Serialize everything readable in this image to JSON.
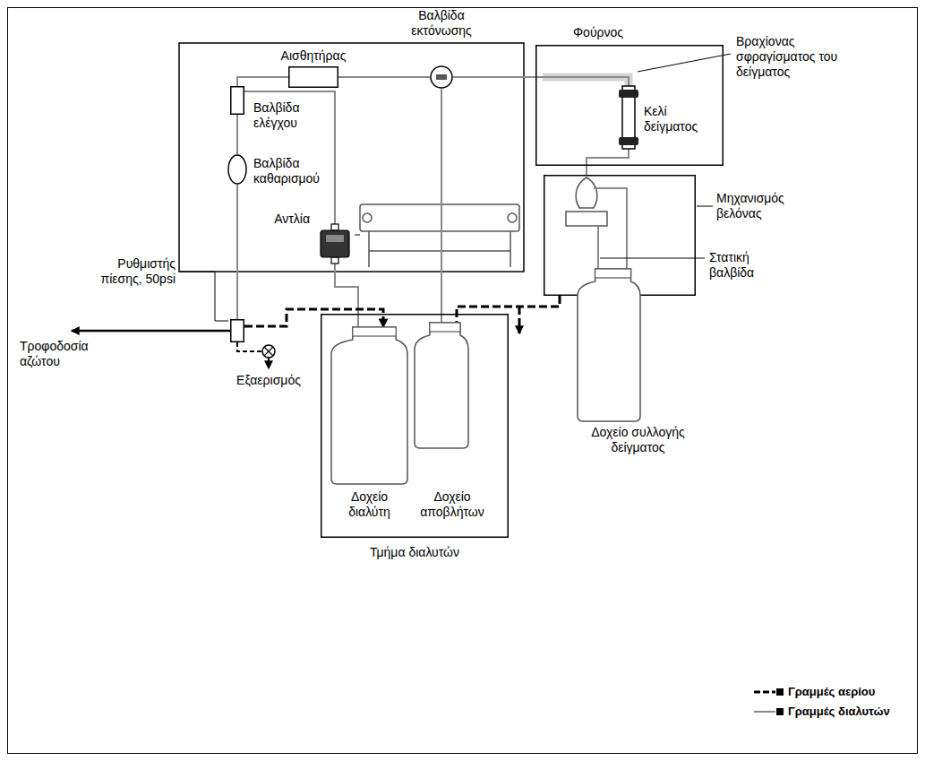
{
  "diagram": {
    "nodes": [
      {
        "text": [
          "Αισθητήρας"
        ]
      },
      {
        "text": [
          "Βαλβίδα εκτόνωσης"
        ]
      },
      {
        "text": [
          "Φούρνος"
        ]
      },
      {
        "text": [
          "Κελί δείγματος"
        ],
        "in": 2
      },
      {
        "text": [
          "Βαλβίδα ελέγχου"
        ]
      },
      {
        "text": [
          "Βαλβίδα καθαρισμού"
        ]
      },
      {
        "text": [
          "Αντλία"
        ]
      },
      {
        "text": [
          "Μηχανισμός βελόνας"
        ]
      },
      {
        "text": [
          "Ρυθμιστής πίεσης, 50psi"
        ]
      },
      {
        "text": [
          "Τμήμα διαλυτών"
        ]
      },
      {
        "text": [
          "Δοχείο διαλύτη"
        ],
        "in": 9
      },
      {
        "text": [
          "Δοχείο αποβλήτων"
        ],
        "in": 9
      },
      {
        "text": [
          "Δοχείο συλλογής δείγματος"
        ]
      }
    ],
    "edges": [
      {
        "from": 10,
        "to": 6,
        "arrow": "none"
      },
      {
        "from": 6,
        "to": 4,
        "arrow": "none"
      },
      {
        "from": 4,
        "to": 0,
        "arrow": "none"
      },
      {
        "from": 0,
        "to": 1,
        "arrow": "none"
      },
      {
        "from": 1,
        "to": 3,
        "arrow": "none"
      },
      {
        "from": 1,
        "to": 11,
        "arrow": "none"
      },
      {
        "from": 3,
        "to": 7,
        "arrow": "none"
      },
      {
        "from": 5,
        "to": 4,
        "arrow": "none"
      },
      {
        "from": 8,
        "to": 5,
        "arrow": "none"
      },
      {
        "from": 8,
        "to": 10,
        "arrow": "to"
      },
      {
        "from": 7,
        "to": 11,
        "arrow": "none"
      }
    ],
    "labels": [
      "Βραχίονας σφραγίσματος του δείγματος",
      "Στατική βαλβίδα",
      "Τροφοδοσία αζώτου",
      "Εξαερισμός"
    ],
    "legend": [
      {
        "text": "Γραμμές αερίου"
      },
      {
        "text": "Γραμμές διαλυτών"
      }
    ]
  }
}
